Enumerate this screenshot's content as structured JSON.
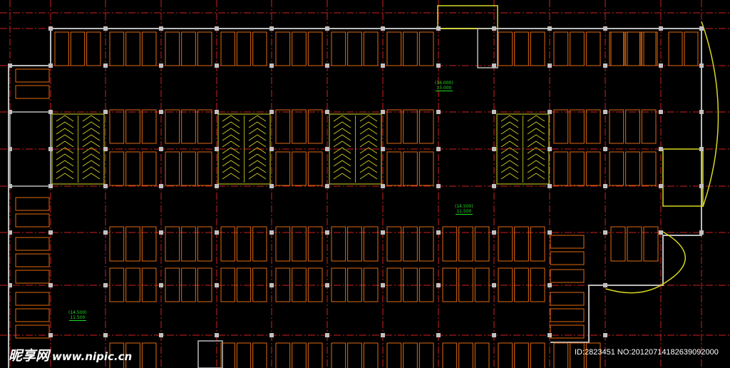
{
  "drawing": {
    "type": "parking garage floor plan (CAD)",
    "colors": {
      "background": "#000000",
      "grid": "#d02020",
      "stall": "#e06a10",
      "column": "#c0c0c0",
      "wall": "#bbbbbb",
      "ramp": "#d8d820",
      "level_text": "#22dd22"
    },
    "level_labels": [
      {
        "upper": "(16.000)",
        "lower": "13.000"
      },
      {
        "upper": "(14.500)",
        "lower": "11.500"
      },
      {
        "upper": "(14.500)",
        "lower": "11.500"
      }
    ]
  },
  "watermark": {
    "logo": "昵享网",
    "url": "www.nipic.cn"
  },
  "image_id": "ID:2823451 NO:20120714182639092000"
}
